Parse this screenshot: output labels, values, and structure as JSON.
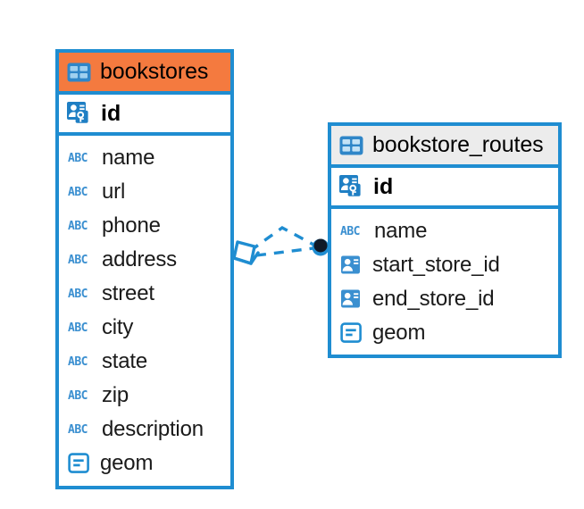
{
  "diagram": {
    "type": "entity-relationship-diagram",
    "background_color": "#ffffff",
    "accent_color": "#1f8dd1",
    "selected_color": "#f47a3f",
    "header_color": "#ececec"
  },
  "entities": [
    {
      "name": "bookstores",
      "selected": true,
      "table_icon": "table-icon",
      "primary_key": {
        "label": "id",
        "icon": "primary-key-icon"
      },
      "fields": [
        {
          "label": "name",
          "icon": "text-type-icon",
          "type": "ABC"
        },
        {
          "label": "url",
          "icon": "text-type-icon",
          "type": "ABC"
        },
        {
          "label": "phone",
          "icon": "text-type-icon",
          "type": "ABC"
        },
        {
          "label": "address",
          "icon": "text-type-icon",
          "type": "ABC"
        },
        {
          "label": "street",
          "icon": "text-type-icon",
          "type": "ABC"
        },
        {
          "label": "city",
          "icon": "text-type-icon",
          "type": "ABC"
        },
        {
          "label": "state",
          "icon": "text-type-icon",
          "type": "ABC"
        },
        {
          "label": "zip",
          "icon": "text-type-icon",
          "type": "ABC"
        },
        {
          "label": "description",
          "icon": "text-type-icon",
          "type": "ABC"
        },
        {
          "label": "geom",
          "icon": "geometry-type-icon",
          "type": "geom"
        }
      ]
    },
    {
      "name": "bookstore_routes",
      "selected": false,
      "table_icon": "table-icon",
      "primary_key": {
        "label": "id",
        "icon": "primary-key-icon"
      },
      "fields": [
        {
          "label": "name",
          "icon": "text-type-icon",
          "type": "ABC"
        },
        {
          "label": "start_store_id",
          "icon": "foreign-key-icon",
          "type": "fk"
        },
        {
          "label": "end_store_id",
          "icon": "foreign-key-icon",
          "type": "fk"
        },
        {
          "label": "geom",
          "icon": "geometry-type-icon",
          "type": "geom"
        }
      ]
    }
  ],
  "relationships": [
    {
      "from": "bookstores",
      "to": "bookstore_routes",
      "style": "dashed",
      "source_marker": "crows-foot-many",
      "target_marker": "filled-circle-one"
    },
    {
      "from": "bookstores",
      "to": "bookstore_routes",
      "style": "dashed",
      "source_marker": "crows-foot-many",
      "target_marker": "filled-circle-one"
    }
  ]
}
